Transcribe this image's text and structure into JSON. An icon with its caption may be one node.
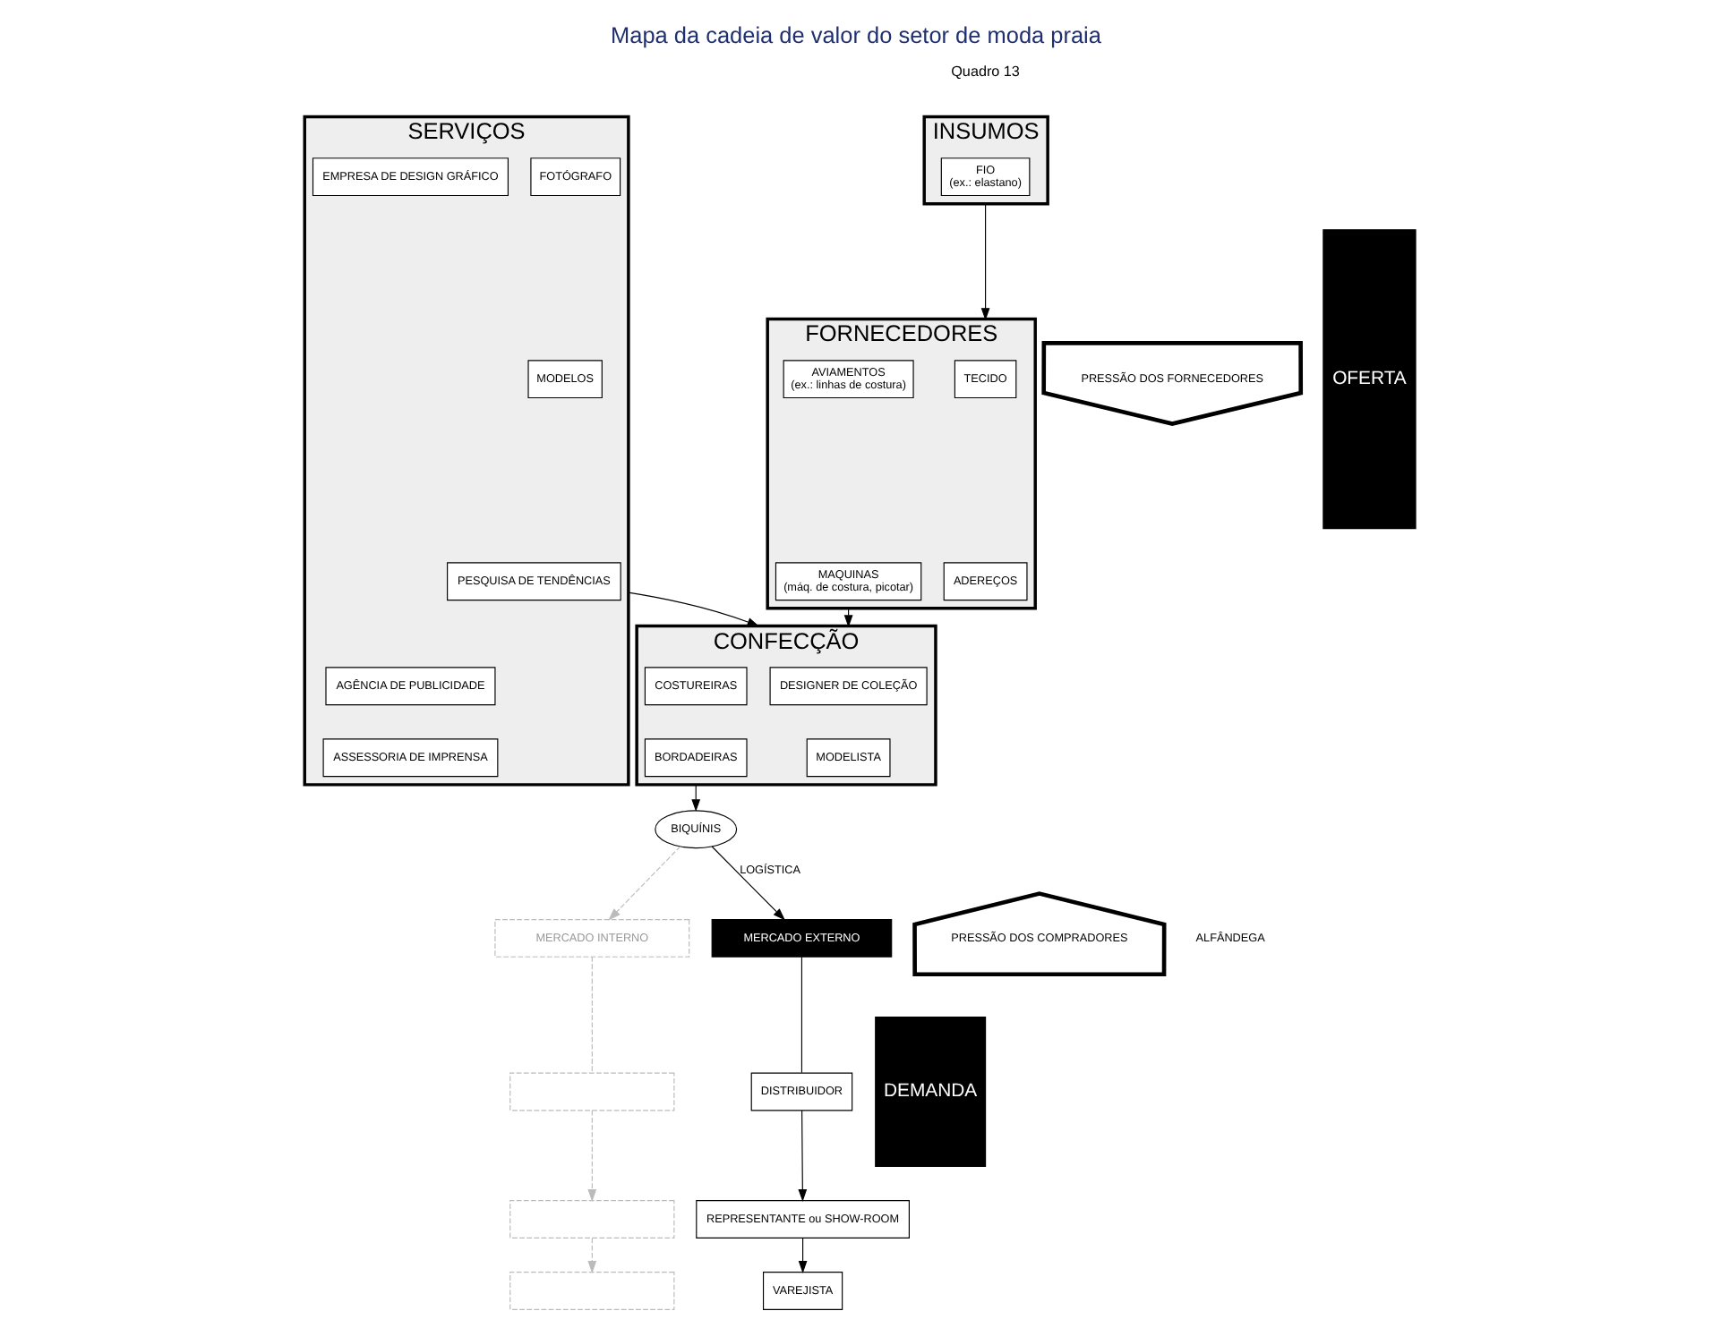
{
  "diagram": {
    "title": "Mapa da cadeia de valor do setor de moda praia",
    "nodes": [
      {
        "text": [
          "INSUMOS"
        ]
      },
      {
        "text": [
          "FIO",
          "(ex.: elastano)"
        ],
        "in": 0
      },
      {
        "text": [
          "FORNECEDORES"
        ]
      },
      {
        "text": [
          "TECIDO"
        ],
        "in": 2
      },
      {
        "text": [
          "AVIAMENTOS",
          "(ex.: linhas de costura)"
        ],
        "in": 2
      },
      {
        "text": [
          "ADEREÇOS"
        ],
        "in": 2
      },
      {
        "text": [
          "MAQUINAS",
          "(máq. de costura, picotar)"
        ],
        "in": 2
      },
      {
        "text": [
          "SERVIÇOS"
        ]
      },
      {
        "text": [
          "EMPRESA DE DESIGN GRÁFICO"
        ],
        "in": 7
      },
      {
        "text": [
          "FOTÓGRAFO"
        ],
        "in": 7
      },
      {
        "text": [
          "AGÊNCIA DE PUBLICIDADE"
        ],
        "in": 7
      },
      {
        "text": [
          "MODELOS"
        ],
        "in": 7
      },
      {
        "text": [
          "ASSESSORIA DE IMPRENSA"
        ],
        "in": 7
      },
      {
        "text": [
          "PESQUISA DE TENDÊNCIAS"
        ],
        "in": 7
      },
      {
        "text": [
          "CONFECÇÃO"
        ]
      },
      {
        "text": [
          "DESIGNER DE COLEÇÃO"
        ],
        "in": 14
      },
      {
        "text": [
          "COSTUREIRAS"
        ],
        "in": 14
      },
      {
        "text": [
          "MODELISTA"
        ],
        "in": 14
      },
      {
        "text": [
          "BORDADEIRAS"
        ],
        "in": 14
      },
      {
        "text": [
          "BIQUÍNIS"
        ]
      },
      {
        "text": [
          "MERCADO INTERNO"
        ]
      },
      {
        "text": [],
        "shape": "box"
      },
      {
        "text": [],
        "shape": "box"
      },
      {
        "text": [],
        "shape": "box"
      },
      {
        "text": [
          "MERCADO EXTERNO"
        ]
      },
      {
        "text": [
          "DISTRIBUIDOR"
        ]
      },
      {
        "text": [
          "REPRESENTANTE ou SHOW-ROOM"
        ]
      },
      {
        "text": [
          "VAREJISTA"
        ]
      },
      {
        "text": [
          "PRESSÃO DOS FORNECEDORES"
        ]
      },
      {
        "text": [
          "PRESSÃO DOS COMPRADORES"
        ]
      },
      {
        "text": [
          "OFERTA"
        ]
      },
      {
        "text": [
          "DEMANDA"
        ]
      }
    ],
    "edges": [
      {
        "from": 0,
        "to": 2,
        "arrow": "to"
      },
      {
        "from": 2,
        "to": 14,
        "arrow": "to"
      },
      {
        "from": 7,
        "to": 14,
        "arrow": "to"
      },
      {
        "from": 14,
        "to": 19,
        "arrow": "to"
      },
      {
        "from": 19,
        "to": 20,
        "arrow": "to",
        "style": "dashed",
        "color": "#bbbbbb"
      },
      {
        "from": 19,
        "to": 24,
        "label": "LOGÍSTICA",
        "arrow": "to"
      },
      {
        "from": 20,
        "to": 21,
        "arrow": "none",
        "style": "dashed",
        "color": "#bbbbbb"
      },
      {
        "from": 21,
        "to": 22,
        "arrow": "to",
        "style": "dashed",
        "color": "#bbbbbb"
      },
      {
        "from": 22,
        "to": 23,
        "arrow": "to",
        "style": "dashed",
        "color": "#bbbbbb"
      },
      {
        "from": 24,
        "to": 25,
        "arrow": "none"
      },
      {
        "from": 25,
        "to": 26,
        "arrow": "to"
      },
      {
        "from": 26,
        "to": 27,
        "arrow": "to"
      }
    ],
    "labels": [
      "Quadro 13",
      "ALFÂNDEGA"
    ]
  }
}
